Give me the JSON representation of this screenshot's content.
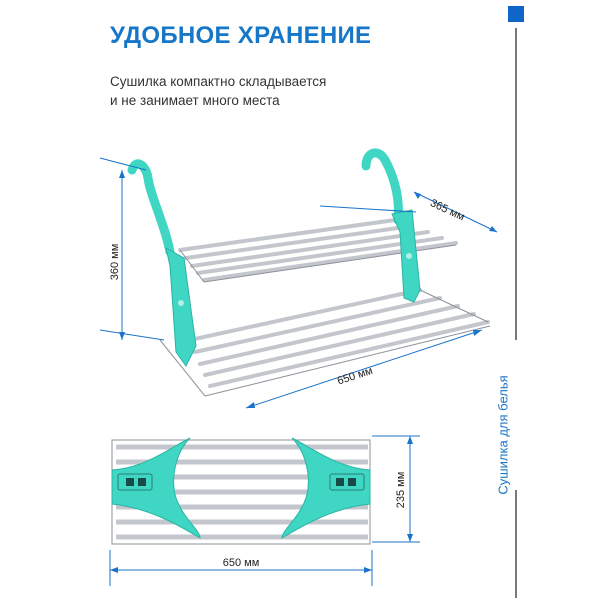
{
  "heading": "УДОБНОЕ ХРАНЕНИЕ",
  "description": {
    "line1": "Сушилка компактно складывается",
    "line2": "и не занимает много места"
  },
  "side_label": "Сушилка для белья",
  "dimensions": {
    "height": "360 мм",
    "depth": "365 мм",
    "width_top": "650 мм",
    "folded_height": "235 мм",
    "folded_width": "650 мм"
  },
  "colors": {
    "accent": "#1677c8",
    "plastic": "#3fd6c4",
    "bars": "#c9ccd2",
    "dim_lines": "#1a73c8"
  }
}
